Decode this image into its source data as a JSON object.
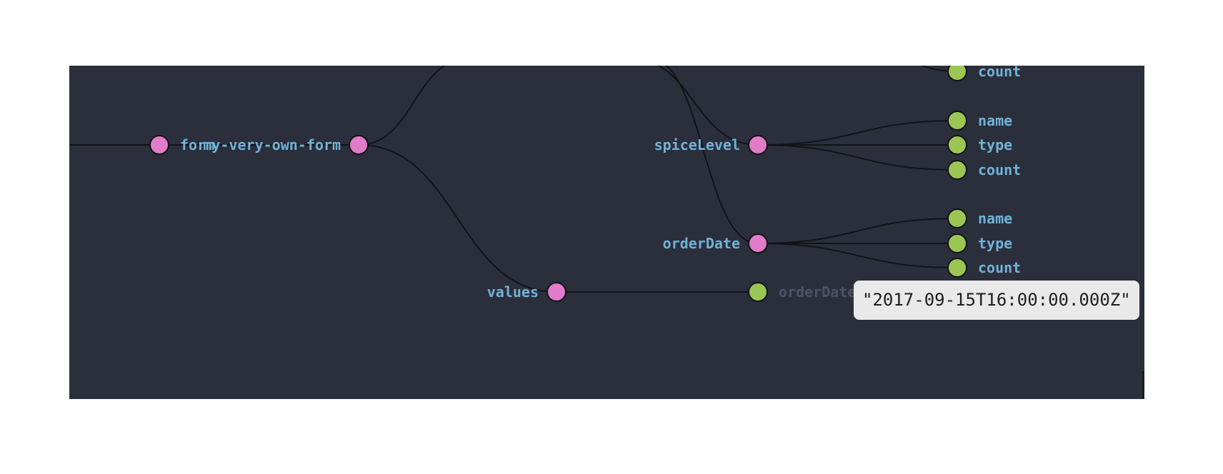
{
  "tree": {
    "nodes": [
      {
        "id": "form",
        "label": "form",
        "kind": "branch"
      },
      {
        "id": "form-name",
        "label": "my-very-own-form",
        "kind": "branch"
      },
      {
        "id": "count-top",
        "label": "count",
        "kind": "leaf"
      },
      {
        "id": "spiceLevel",
        "label": "spiceLevel",
        "kind": "branch"
      },
      {
        "id": "spice-name",
        "label": "name",
        "kind": "leaf"
      },
      {
        "id": "spice-type",
        "label": "type",
        "kind": "leaf"
      },
      {
        "id": "spice-count",
        "label": "count",
        "kind": "leaf"
      },
      {
        "id": "orderDate",
        "label": "orderDate",
        "kind": "branch"
      },
      {
        "id": "order-name",
        "label": "name",
        "kind": "leaf"
      },
      {
        "id": "order-type",
        "label": "type",
        "kind": "leaf"
      },
      {
        "id": "order-count",
        "label": "count",
        "kind": "leaf"
      },
      {
        "id": "values",
        "label": "values",
        "kind": "branch"
      },
      {
        "id": "values-orderDate",
        "label": "orderDate",
        "kind": "leaf-dim"
      }
    ],
    "tooltip": "\"2017-09-15T16:00:00.000Z\""
  },
  "colors": {
    "background": "#2b2f3b",
    "branch_node": "#e07cc9",
    "leaf_node": "#9cc653",
    "label": "#6fb3d9",
    "label_dim": "#4b5366",
    "link": "#111318",
    "tooltip_bg": "#e9e9ea",
    "tooltip_text": "#1e1e1e"
  }
}
